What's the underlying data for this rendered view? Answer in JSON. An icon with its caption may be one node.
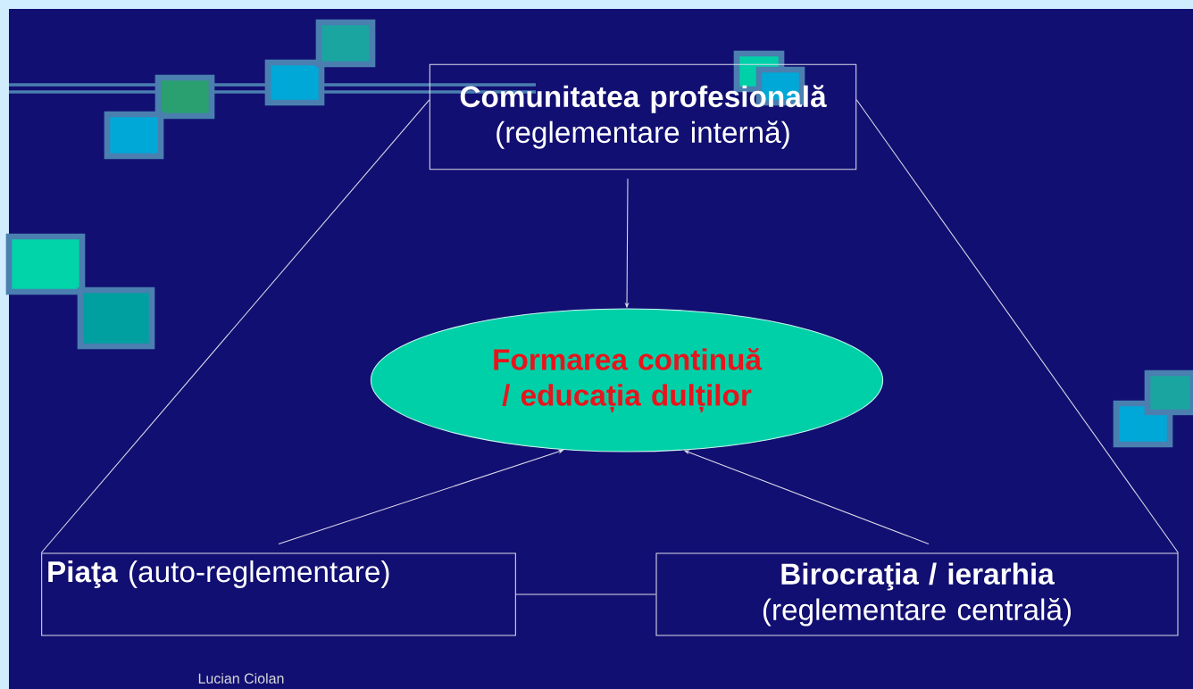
{
  "diagram": {
    "nodes": [
      {
        "text": [
          "Comunitatea profesională",
          "(reglementare internă)"
        ]
      },
      {
        "text": [
          "Formarea continuă / educația dulților"
        ]
      },
      {
        "text": [
          "**Piaţa** (auto-reglementare)"
        ]
      },
      {
        "text": [
          "Birocraţia / ierarhia",
          "(reglementare centrală)"
        ]
      }
    ],
    "edges": [
      {
        "from": 0,
        "to": 1,
        "arrow": "to"
      },
      {
        "from": 2,
        "to": 1,
        "arrow": "to"
      },
      {
        "from": 3,
        "to": 1,
        "arrow": "to"
      },
      {
        "from": 2,
        "to": 3,
        "arrow": "none"
      },
      {
        "from": 0,
        "to": 2,
        "arrow": "none"
      },
      {
        "from": 0,
        "to": 3,
        "arrow": "none"
      }
    ],
    "labels": [
      "Lucian Ciolan"
    ]
  }
}
